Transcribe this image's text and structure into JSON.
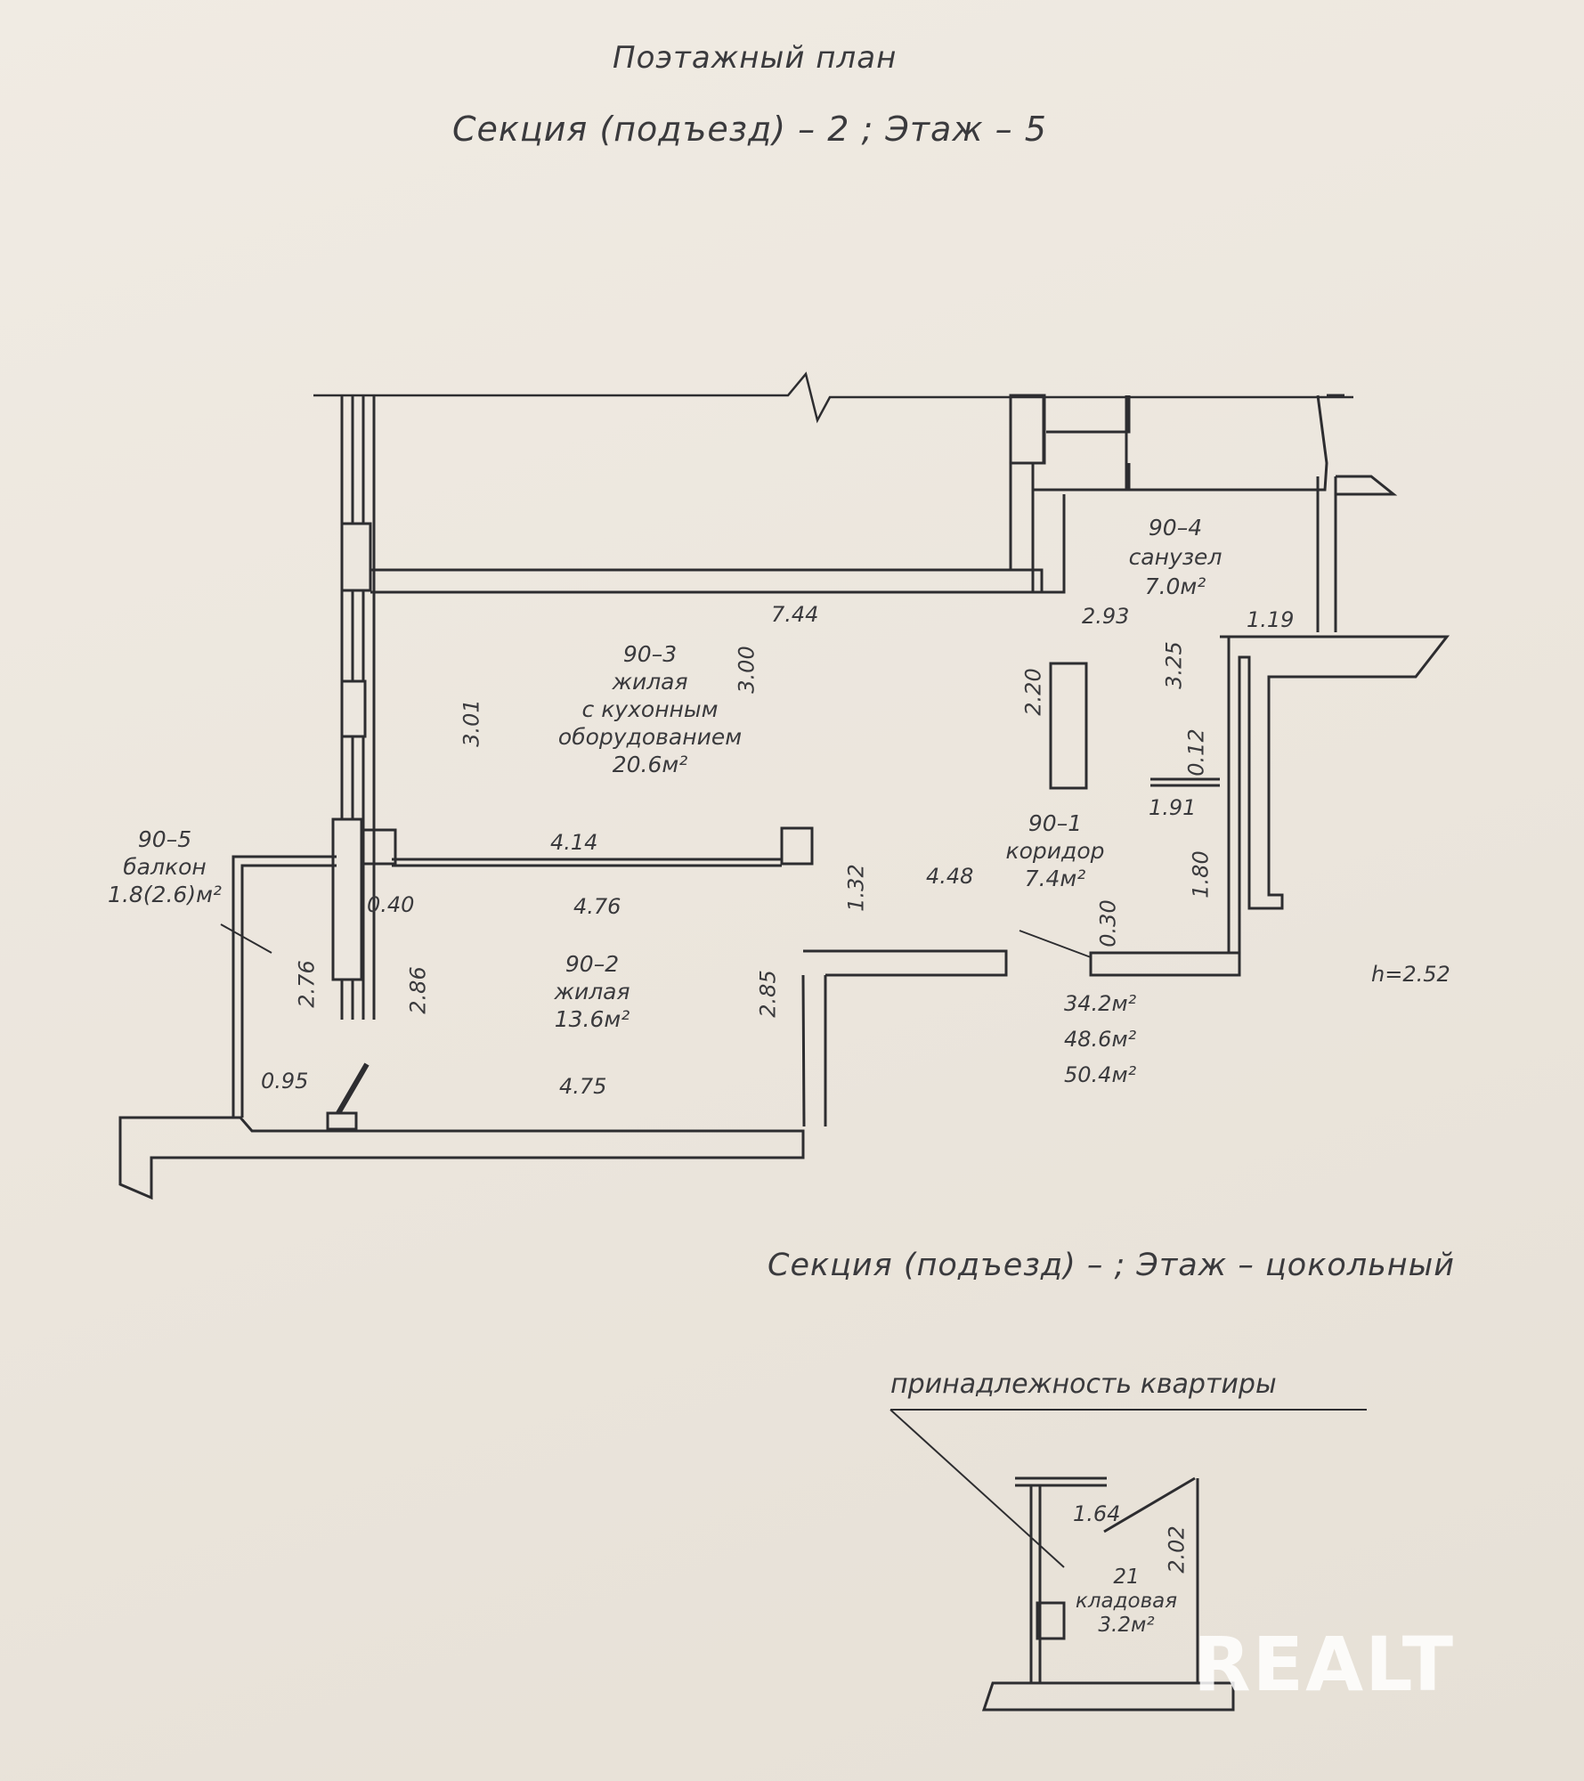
{
  "header": {
    "title": "Поэтажный план",
    "section_floor": "Секция (подъезд) –  2  ;  Этаж – 5"
  },
  "rooms": {
    "r903": {
      "id": "90–3",
      "l1": "жилая",
      "l2": "с кухонным",
      "l3": "оборудованием",
      "area": "20.6м²"
    },
    "r904": {
      "id": "90–4",
      "name": "санузел",
      "area": "7.0м²"
    },
    "r905": {
      "id": "90–5",
      "name": "балкон",
      "area": "1.8(2.6)м²"
    },
    "r901": {
      "id": "90–1",
      "name": "коридор",
      "area": "7.4м²"
    },
    "r902": {
      "id": "90–2",
      "name": "жилая",
      "area": "13.6м²"
    }
  },
  "dims": {
    "d744": "7.44",
    "d293": "2.93",
    "d119": "1.19",
    "d300": "3.00",
    "d301": "3.01",
    "d220": "2.20",
    "d325": "3.25",
    "d012": "0.12",
    "d191": "1.91",
    "d414": "4.14",
    "d040": "0.40",
    "d476": "4.76",
    "d132": "1.32",
    "d448": "4.48",
    "d180": "1.80",
    "d030": "0.30",
    "d276": "2.76",
    "d286": "2.86",
    "d285": "2.85",
    "d095": "0.95",
    "d475": "4.75",
    "h": "h=2.52"
  },
  "totals": {
    "a1": "34.2м²",
    "a2": "48.6м²",
    "a3": "50.4м²"
  },
  "basement": {
    "section_floor": "Секция (подъезд) –    ;  Этаж – цокольный",
    "belonging": "принадлежность квартиры",
    "storage_id": "21",
    "storage_name": "кладовая",
    "storage_area": "3.2м²",
    "d164": "1.64",
    "d202": "2.02"
  },
  "watermark": "REALT"
}
